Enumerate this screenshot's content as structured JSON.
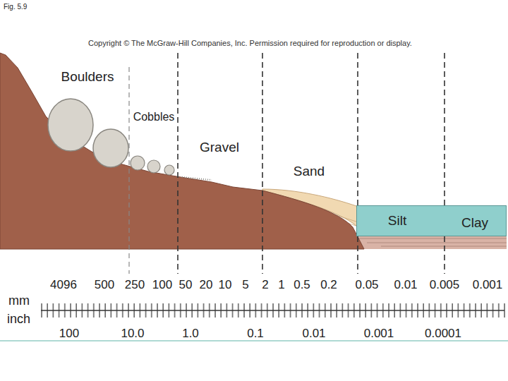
{
  "diagram": {
    "nodes": [
      {
        "text": [
          "Silt",
          "Clay"
        ]
      }
    ],
    "labels": [
      "Fig. 5.9",
      "Copyright © The McGraw-Hill Companies, Inc. Permission required for reproduction or display.",
      "Boulders",
      "Cobbles",
      "Gravel",
      "Sand",
      "4096",
      "500",
      "250",
      "100",
      "50",
      "20",
      "10",
      "5",
      "2",
      "1",
      "0.5",
      "0.2",
      "0.05",
      "0.01",
      "0.005",
      "0.001",
      "mm",
      "inch",
      "100",
      "10.0",
      "1.0",
      "0.1",
      "0.01",
      "0.001",
      "0.0001"
    ]
  }
}
